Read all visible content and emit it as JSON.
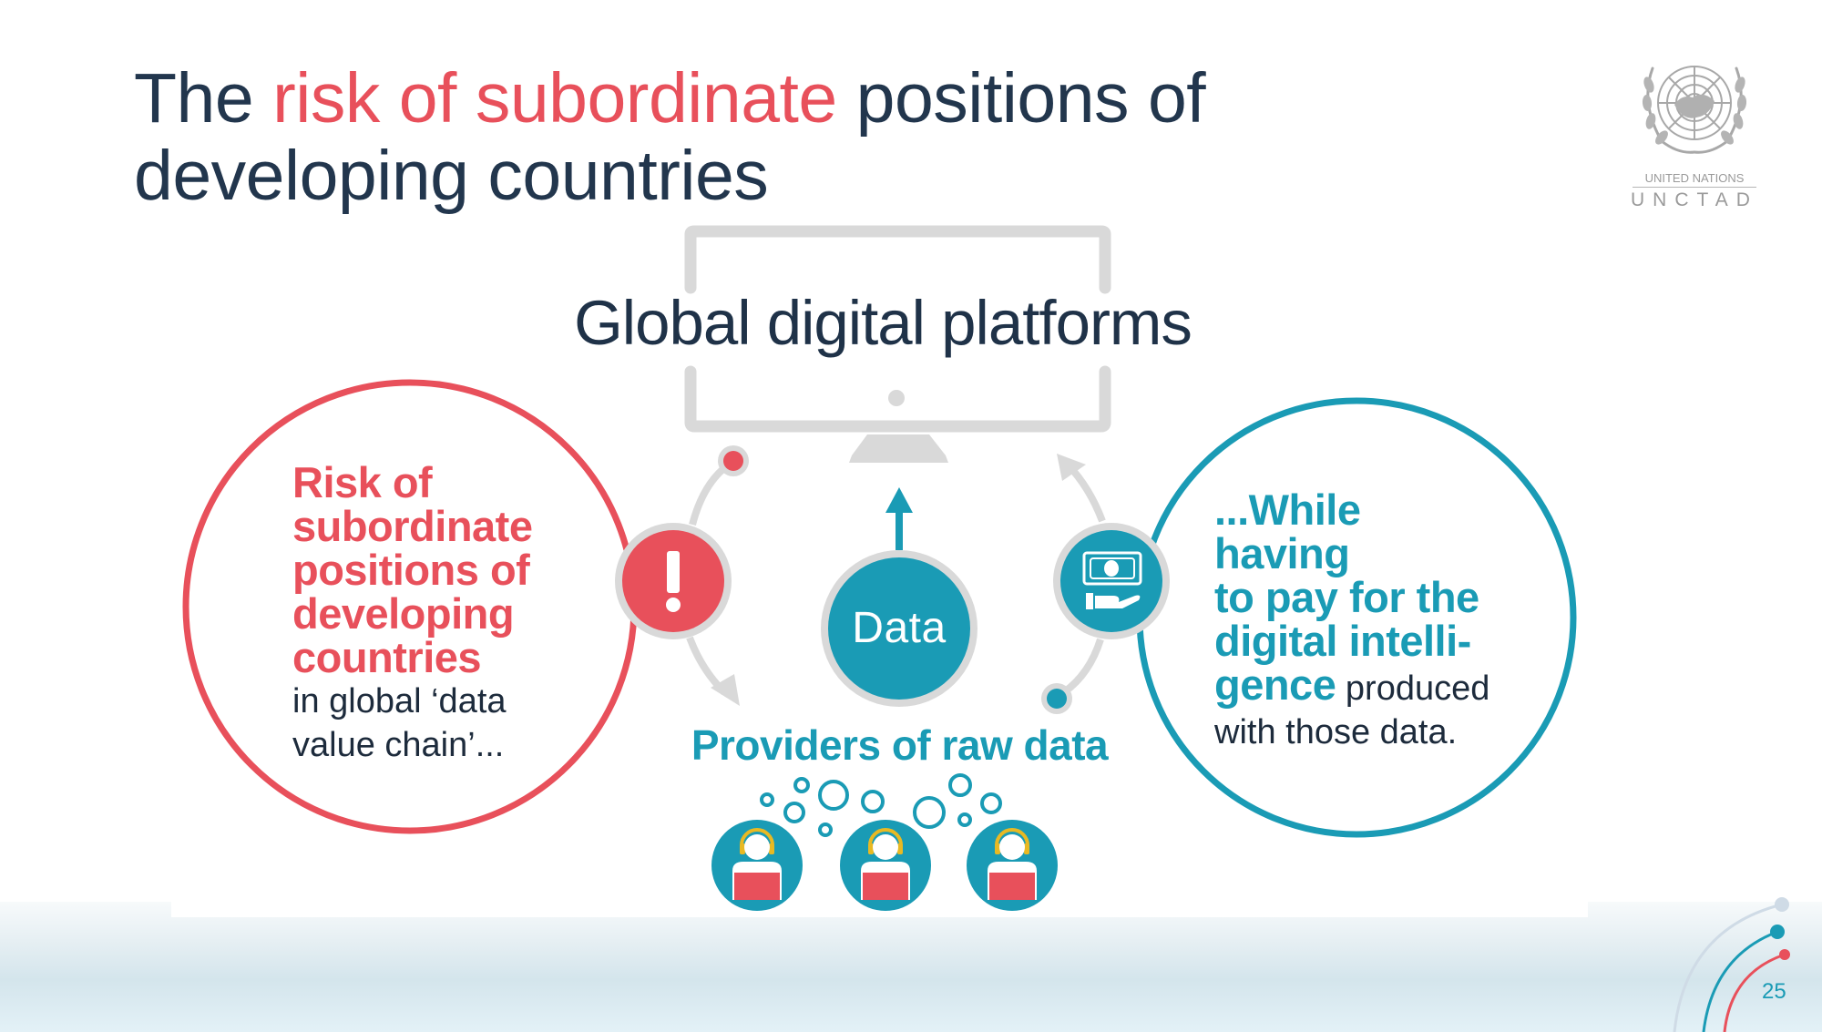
{
  "slide": {
    "title": {
      "prefix": "The ",
      "accent": "risk of subordinate",
      "suffix_line1": " positions of",
      "line2": "developing countries"
    },
    "logo": {
      "line1": "UNITED NATIONS",
      "line2": "UNCTAD",
      "icon": "un-emblem-icon"
    },
    "page_number": "25"
  },
  "diagram": {
    "platform": {
      "label": "Global digital platforms",
      "icon": "monitor-icon"
    },
    "left_circle": {
      "bold_lines": [
        "Risk of",
        "subordinate",
        "positions of",
        "developing",
        "countries"
      ],
      "regular_lines": [
        "in global ‘data",
        "value chain’..."
      ],
      "color": "#e8505b"
    },
    "right_circle": {
      "bold_lines": [
        "...While",
        "having",
        "to pay for the",
        "digital intelli-"
      ],
      "mixed_line": {
        "bold": "gence",
        "regular": " produced"
      },
      "regular_lines": [
        "with those data."
      ],
      "color": "#1a9bb5"
    },
    "nodes": {
      "warning": {
        "icon": "exclamation-icon",
        "color": "#e8505b"
      },
      "data": {
        "label": "Data",
        "color": "#1a9bb5"
      },
      "payment": {
        "icon": "money-hand-icon",
        "color": "#1a9bb5"
      }
    },
    "providers": {
      "label": "Providers of raw data",
      "people_count": 3,
      "icon": "user-laptop-icon"
    }
  },
  "colors": {
    "navy": "#22364d",
    "red": "#e8505b",
    "teal": "#1a9bb5",
    "gray": "#d9d9d9",
    "yellow": "#e8b923"
  }
}
